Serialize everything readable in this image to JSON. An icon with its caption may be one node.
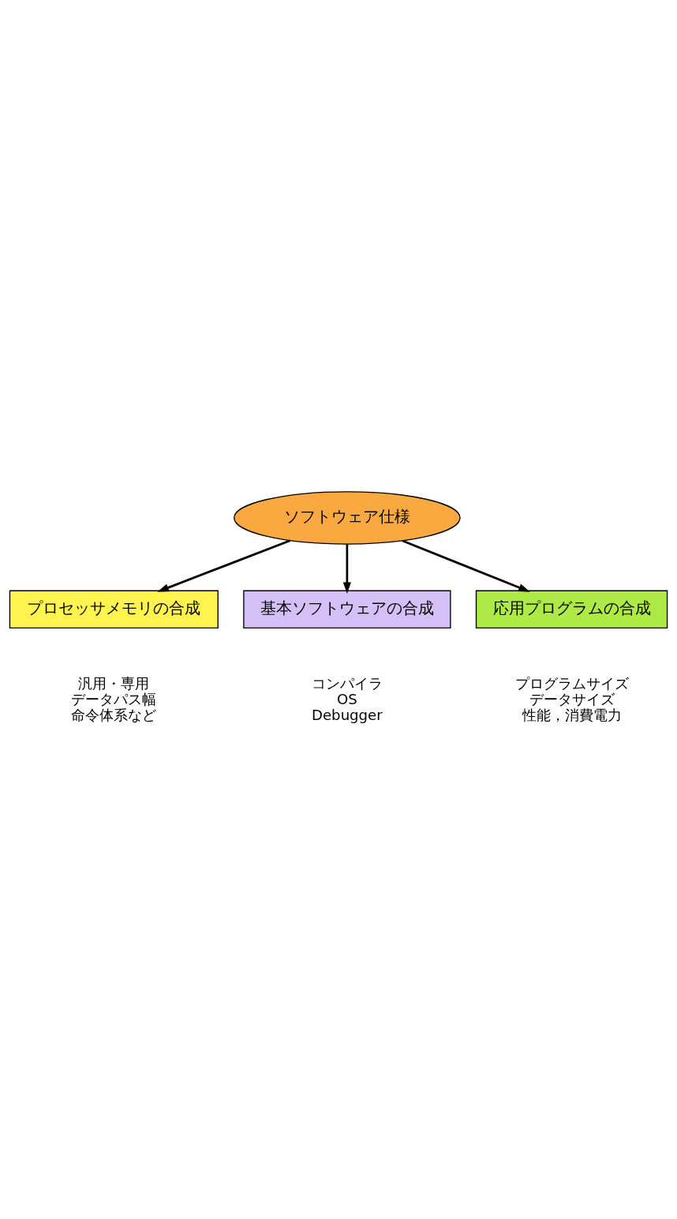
{
  "diagram": {
    "nodes": [
      {
        "text": [
          "ソフトウェア仕様"
        ]
      },
      {
        "text": [
          "プロセッサメモリの合成"
        ],
        "beside": [
          "汎用・専用",
          "データパス幅",
          "命令体系など"
        ]
      },
      {
        "text": [
          "基本ソフトウェアの合成"
        ],
        "beside": [
          "コンパイラ",
          "OS",
          "Debugger"
        ]
      },
      {
        "text": [
          "応用プログラムの合成"
        ],
        "beside": [
          "プログラムサイズ",
          "データサイズ",
          "性能，消費電力"
        ]
      }
    ],
    "edges": [
      {
        "from": 0,
        "to": 1,
        "arrow": "to"
      },
      {
        "from": 0,
        "to": 2,
        "arrow": "to"
      },
      {
        "from": 0,
        "to": 3,
        "arrow": "to"
      }
    ]
  }
}
